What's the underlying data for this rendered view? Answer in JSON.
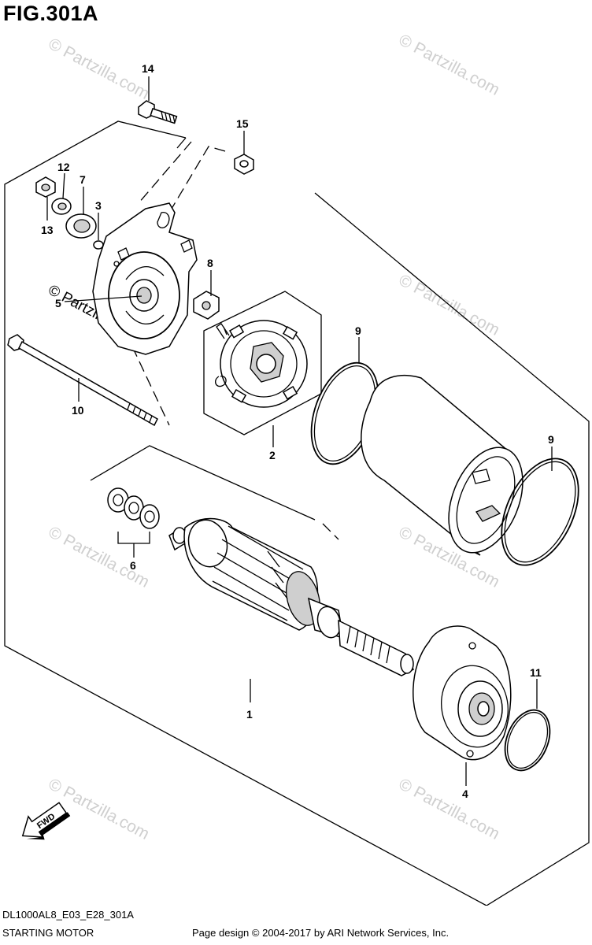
{
  "figure": {
    "title": "FIG.301A",
    "diagram_code": "DL1000AL8_E03_E28_301A",
    "section_name": "STARTING MOTOR",
    "copyright": "Page design © 2004-2017 by ARI Network Services, Inc."
  },
  "watermark": {
    "text": "© Partzilla.com"
  },
  "fwd_label": "FWD",
  "callouts": [
    {
      "id": "c14",
      "label": "14"
    },
    {
      "id": "c15",
      "label": "15"
    },
    {
      "id": "c12",
      "label": "12"
    },
    {
      "id": "c7",
      "label": "7"
    },
    {
      "id": "c3",
      "label": "3"
    },
    {
      "id": "c13",
      "label": "13"
    },
    {
      "id": "c8",
      "label": "8"
    },
    {
      "id": "c5",
      "label": "5"
    },
    {
      "id": "c9a",
      "label": "9"
    },
    {
      "id": "c10",
      "label": "10"
    },
    {
      "id": "c2",
      "label": "2"
    },
    {
      "id": "c9b",
      "label": "9"
    },
    {
      "id": "c6",
      "label": "6"
    },
    {
      "id": "c1",
      "label": "1"
    },
    {
      "id": "c11",
      "label": "11"
    },
    {
      "id": "c4",
      "label": "4"
    }
  ]
}
